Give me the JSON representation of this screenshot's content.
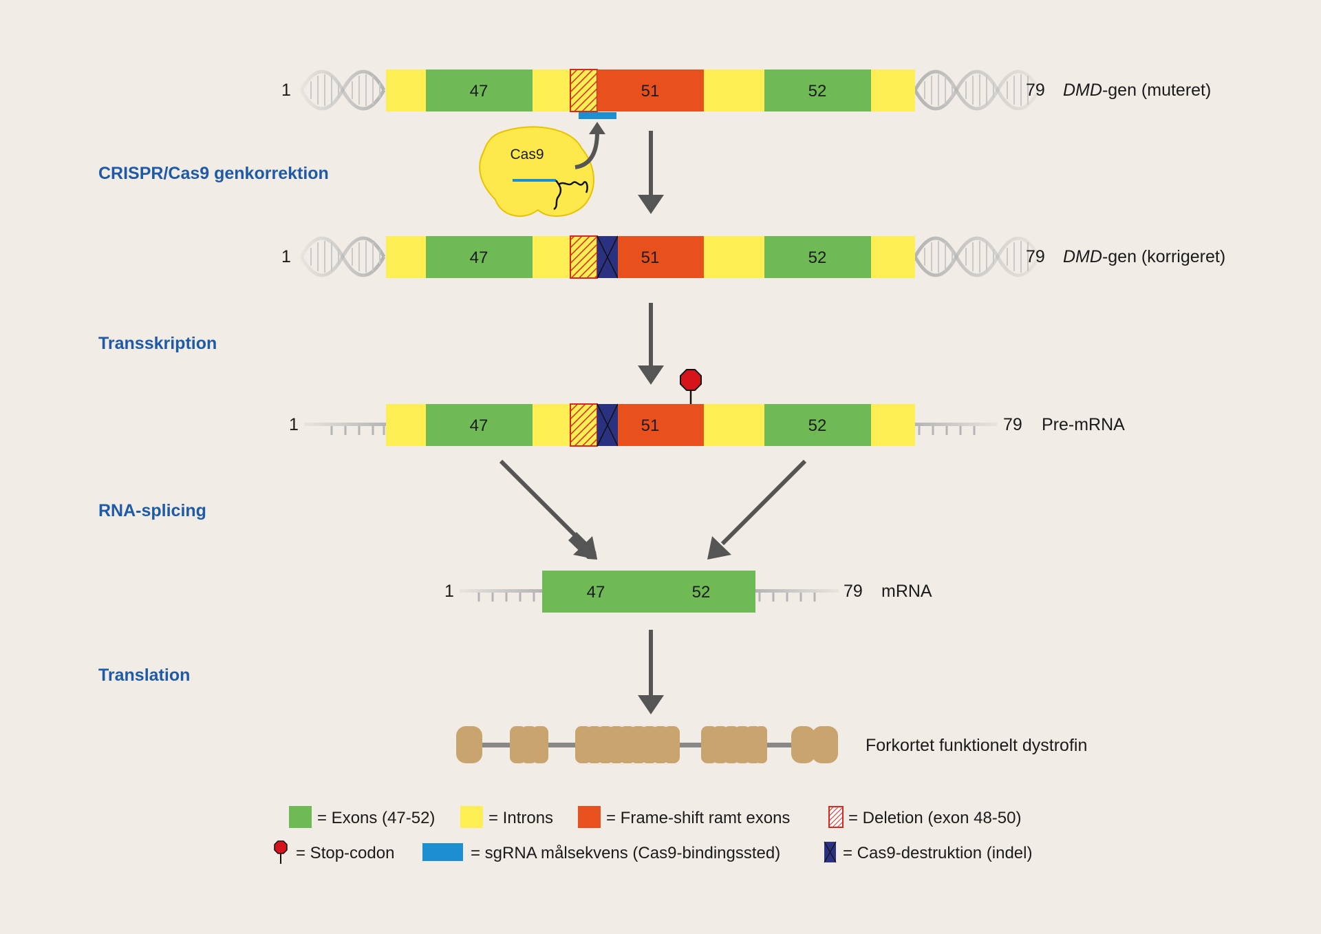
{
  "colors": {
    "background": "#f1ede6",
    "exon": "#6fba55",
    "intron": "#fdee53",
    "frameshift": "#e8511e",
    "deletion_stripe": "#d8281e",
    "sgrna": "#1b8fd0",
    "indel": "#2a3181",
    "stop": "#d6141c",
    "step_text": "#1e5aa6",
    "arrow": "#555555",
    "protein": "#c9a46e",
    "dna": "#b4b4b4"
  },
  "steps": {
    "crispr": "CRISPR/Cas9 genkorrektion",
    "transcription": "Transskription",
    "splicing": "RNA-splicing",
    "translation": "Translation"
  },
  "rows": {
    "mutated": {
      "start": "1",
      "end": "79",
      "name_italic": "DMD",
      "name_rest": "-gen (muteret)"
    },
    "corrected": {
      "start": "1",
      "end": "79",
      "name_italic": "DMD",
      "name_rest": "-gen (korrigeret)"
    },
    "premrna": {
      "start": "1",
      "end": "79",
      "name": "Pre-mRNA"
    },
    "mrna": {
      "start": "1",
      "end": "79",
      "name": "mRNA"
    },
    "protein": {
      "name": "Forkortet funktionelt dystrofin"
    }
  },
  "exons": {
    "e47": "47",
    "e51": "51",
    "e52": "52"
  },
  "cas9": {
    "label": "Cas9"
  },
  "legend": {
    "exons": "= Exons (47-52)",
    "introns": "= Introns",
    "frameshift": "= Frame-shift ramt exons",
    "deletion": "= Deletion (exon 48-50)",
    "stop": "= Stop-codon",
    "sgrna": "= sgRNA målsekvens (Cas9-bindingssted)",
    "indel": "= Cas9-destruktion (indel)"
  }
}
